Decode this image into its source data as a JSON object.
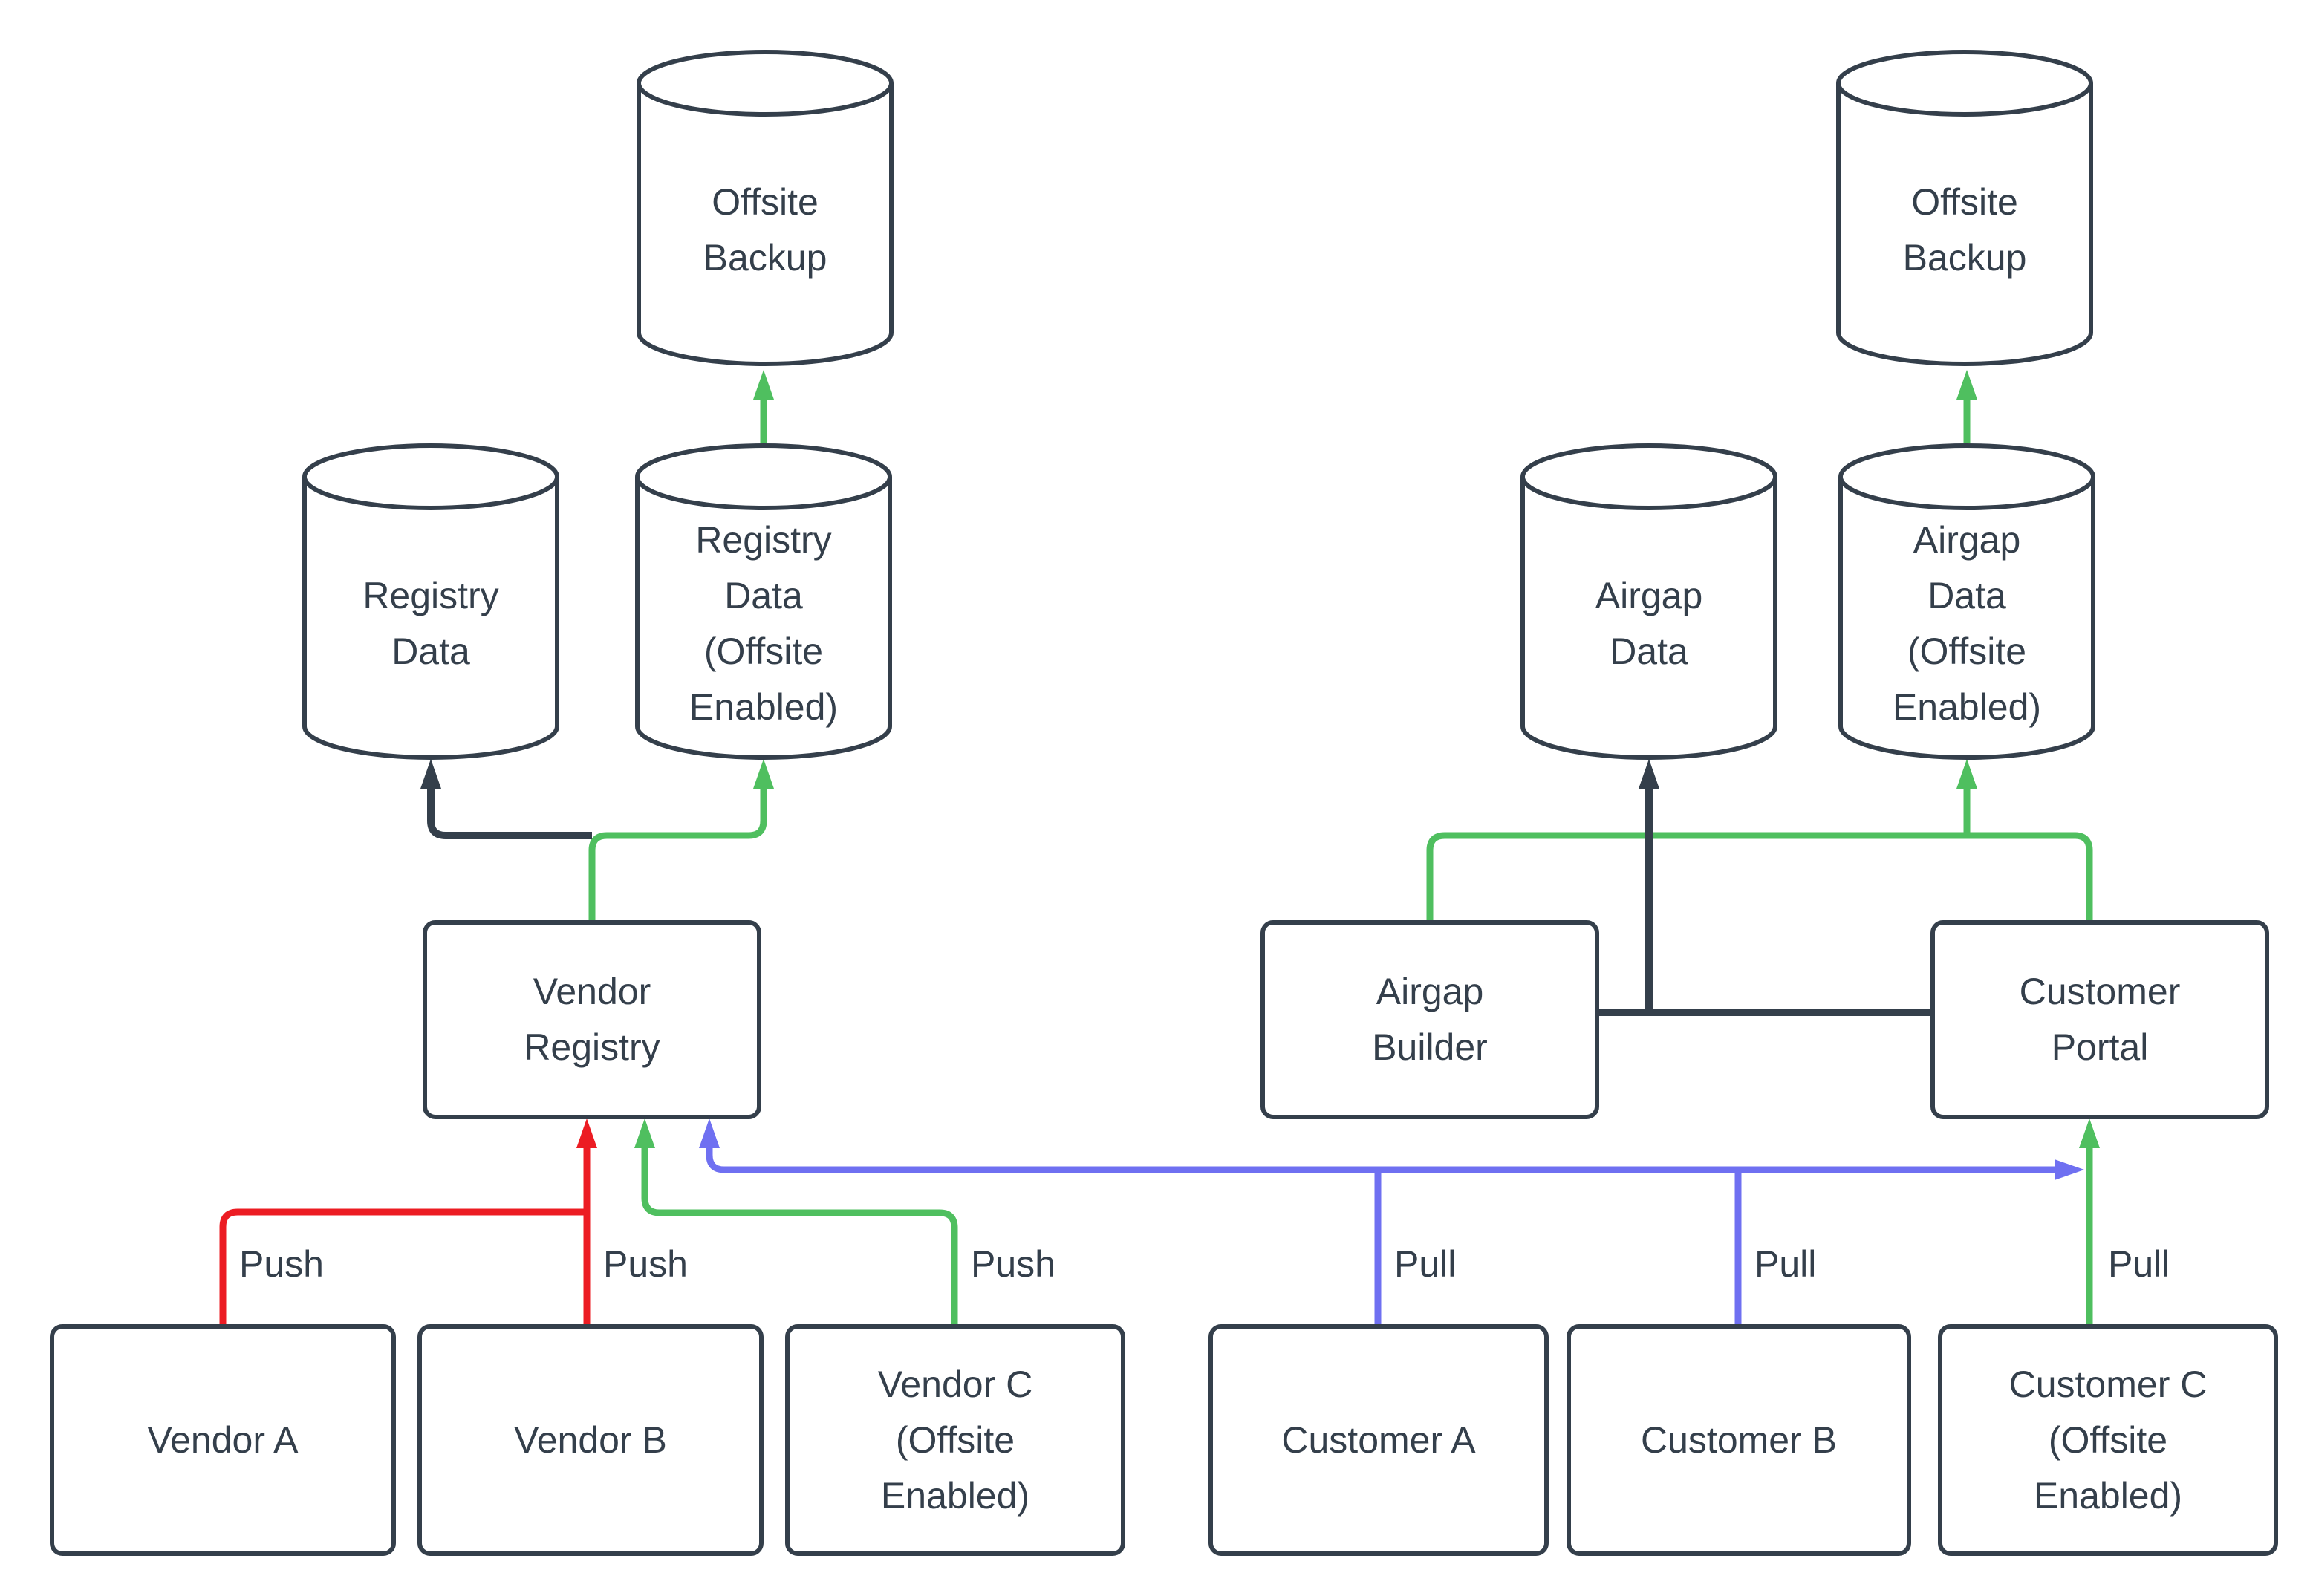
{
  "diagram": {
    "colors": {
      "dark": "#343f4b",
      "green": "#4fbf5f",
      "red": "#ec1c23",
      "blue": "#6f70f1",
      "node_border": "#343f4b",
      "node_fill": "#ffffff",
      "text": "#343f4b"
    },
    "nodes": {
      "offsite_backup_left": "Offsite Backup",
      "registry_data": "Registry Data",
      "registry_data_offsite": "Registry Data (Offsite Enabled)",
      "airgap_data": "Airgap Data",
      "airgap_data_offsite": "Airgap Data (Offsite Enabled)",
      "offsite_backup_right": "Offsite Backup",
      "vendor_registry": "Vendor Registry",
      "airgap_builder": "Airgap Builder",
      "customer_portal": "Customer Portal",
      "vendor_a": "Vendor A",
      "vendor_b": "Vendor B",
      "vendor_c": "Vendor C (Offsite Enabled)",
      "customer_a": "Customer A",
      "customer_b": "Customer B",
      "customer_c": "Customer C (Offsite Enabled)"
    },
    "edge_labels": {
      "push_vendor_a": "Push",
      "push_vendor_b": "Push",
      "push_vendor_c": "Push",
      "pull_customer_a": "Pull",
      "pull_customer_b": "Pull",
      "pull_customer_c": "Pull"
    }
  }
}
